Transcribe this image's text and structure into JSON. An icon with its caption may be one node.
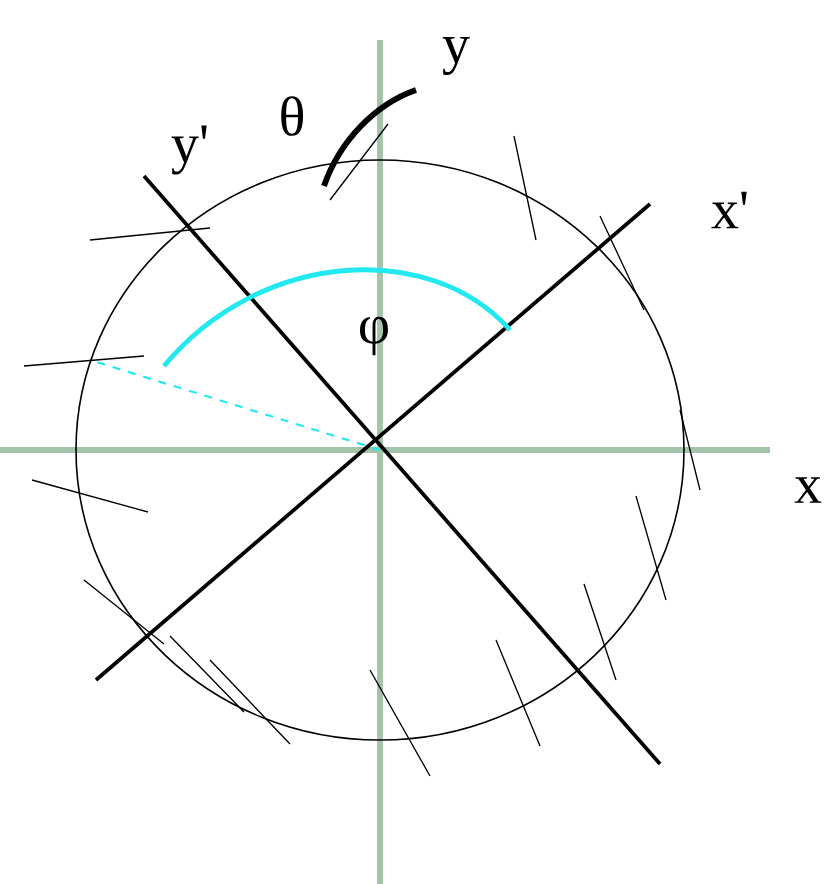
{
  "diagram": {
    "labels": [
      "y",
      "θ",
      "y'",
      "x'",
      "φ",
      "x"
    ]
  }
}
